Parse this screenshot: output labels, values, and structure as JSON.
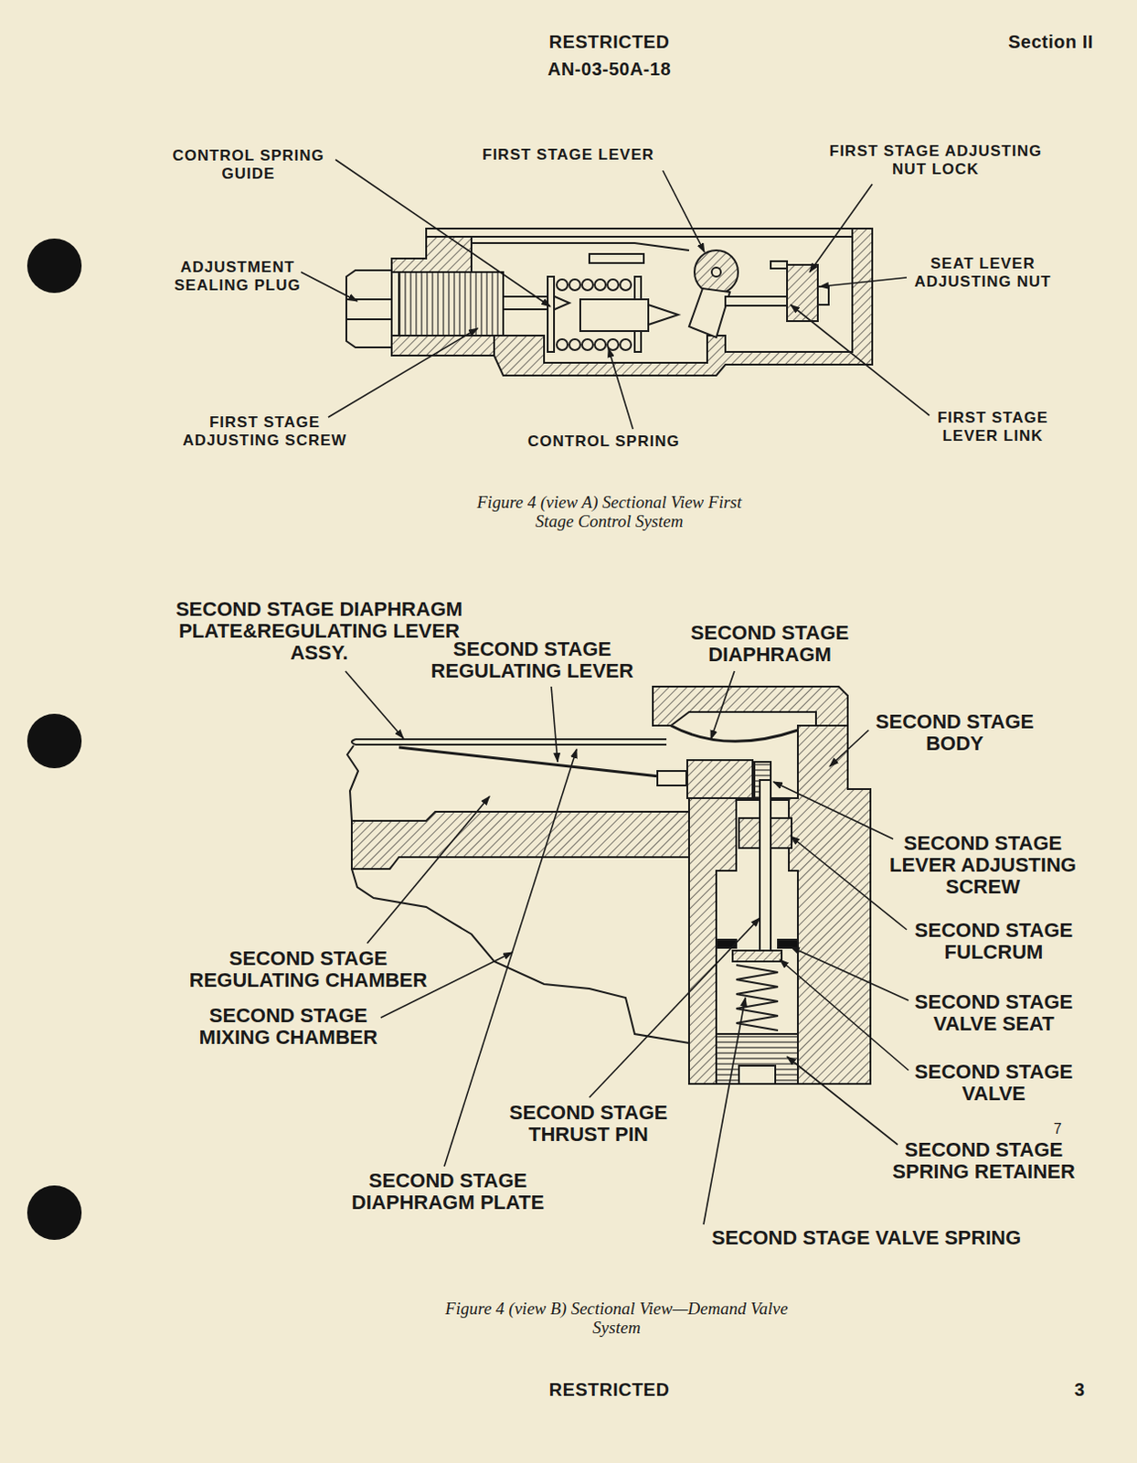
{
  "diagram": {
    "labels": [
      "RESTRICTED",
      "AN-03-50A-18",
      "Section II",
      "CONTROL SPRING GUIDE",
      "FIRST STAGE LEVER",
      "FIRST STAGE ADJUSTING NUT LOCK",
      "ADJUSTMENT SEALING PLUG",
      "SEAT LEVER ADJUSTING NUT",
      "FIRST STAGE ADJUSTING SCREW",
      "CONTROL SPRING",
      "FIRST STAGE LEVER LINK",
      "Figure 4 (view A) Sectional View First Stage Control System",
      "SECOND STAGE DIAPHRAGM PLATE&REGULATING LEVER ASSY.",
      "SECOND STAGE REGULATING LEVER",
      "SECOND STAGE DIAPHRAGM",
      "SECOND STAGE BODY",
      "SECOND STAGE LEVER ADJUSTING SCREW",
      "SECOND STAGE FULCRUM",
      "SECOND STAGE REGULATING CHAMBER",
      "SECOND STAGE MIXING CHAMBER",
      "SECOND STAGE VALVE SEAT",
      "SECOND STAGE VALVE",
      "7",
      "SECOND STAGE THRUST PIN",
      "SECOND STAGE SPRING RETAINER",
      "SECOND STAGE DIAPHRAGM PLATE",
      "SECOND STAGE VALVE SPRING",
      "Figure 4 (view B) Sectional View—Demand Valve System",
      "RESTRICTED",
      "3"
    ]
  }
}
